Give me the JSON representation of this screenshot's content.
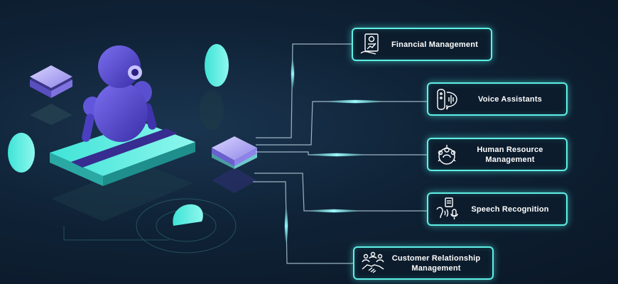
{
  "colors": {
    "background": "#0f2236",
    "accent": "#5ff0e6",
    "robot": "#5b4fd6",
    "text": "#ffffff"
  },
  "nodes": [
    {
      "label": "Financial Management",
      "icon": "finance-document-icon"
    },
    {
      "label": "Voice Assistants",
      "icon": "voice-assistant-icon"
    },
    {
      "label": "Human Resource Management",
      "icon": "team-gear-icon"
    },
    {
      "label": "Speech Recognition",
      "icon": "speech-recognition-icon"
    },
    {
      "label": "Customer Relationship Management",
      "icon": "handshake-icon"
    }
  ]
}
